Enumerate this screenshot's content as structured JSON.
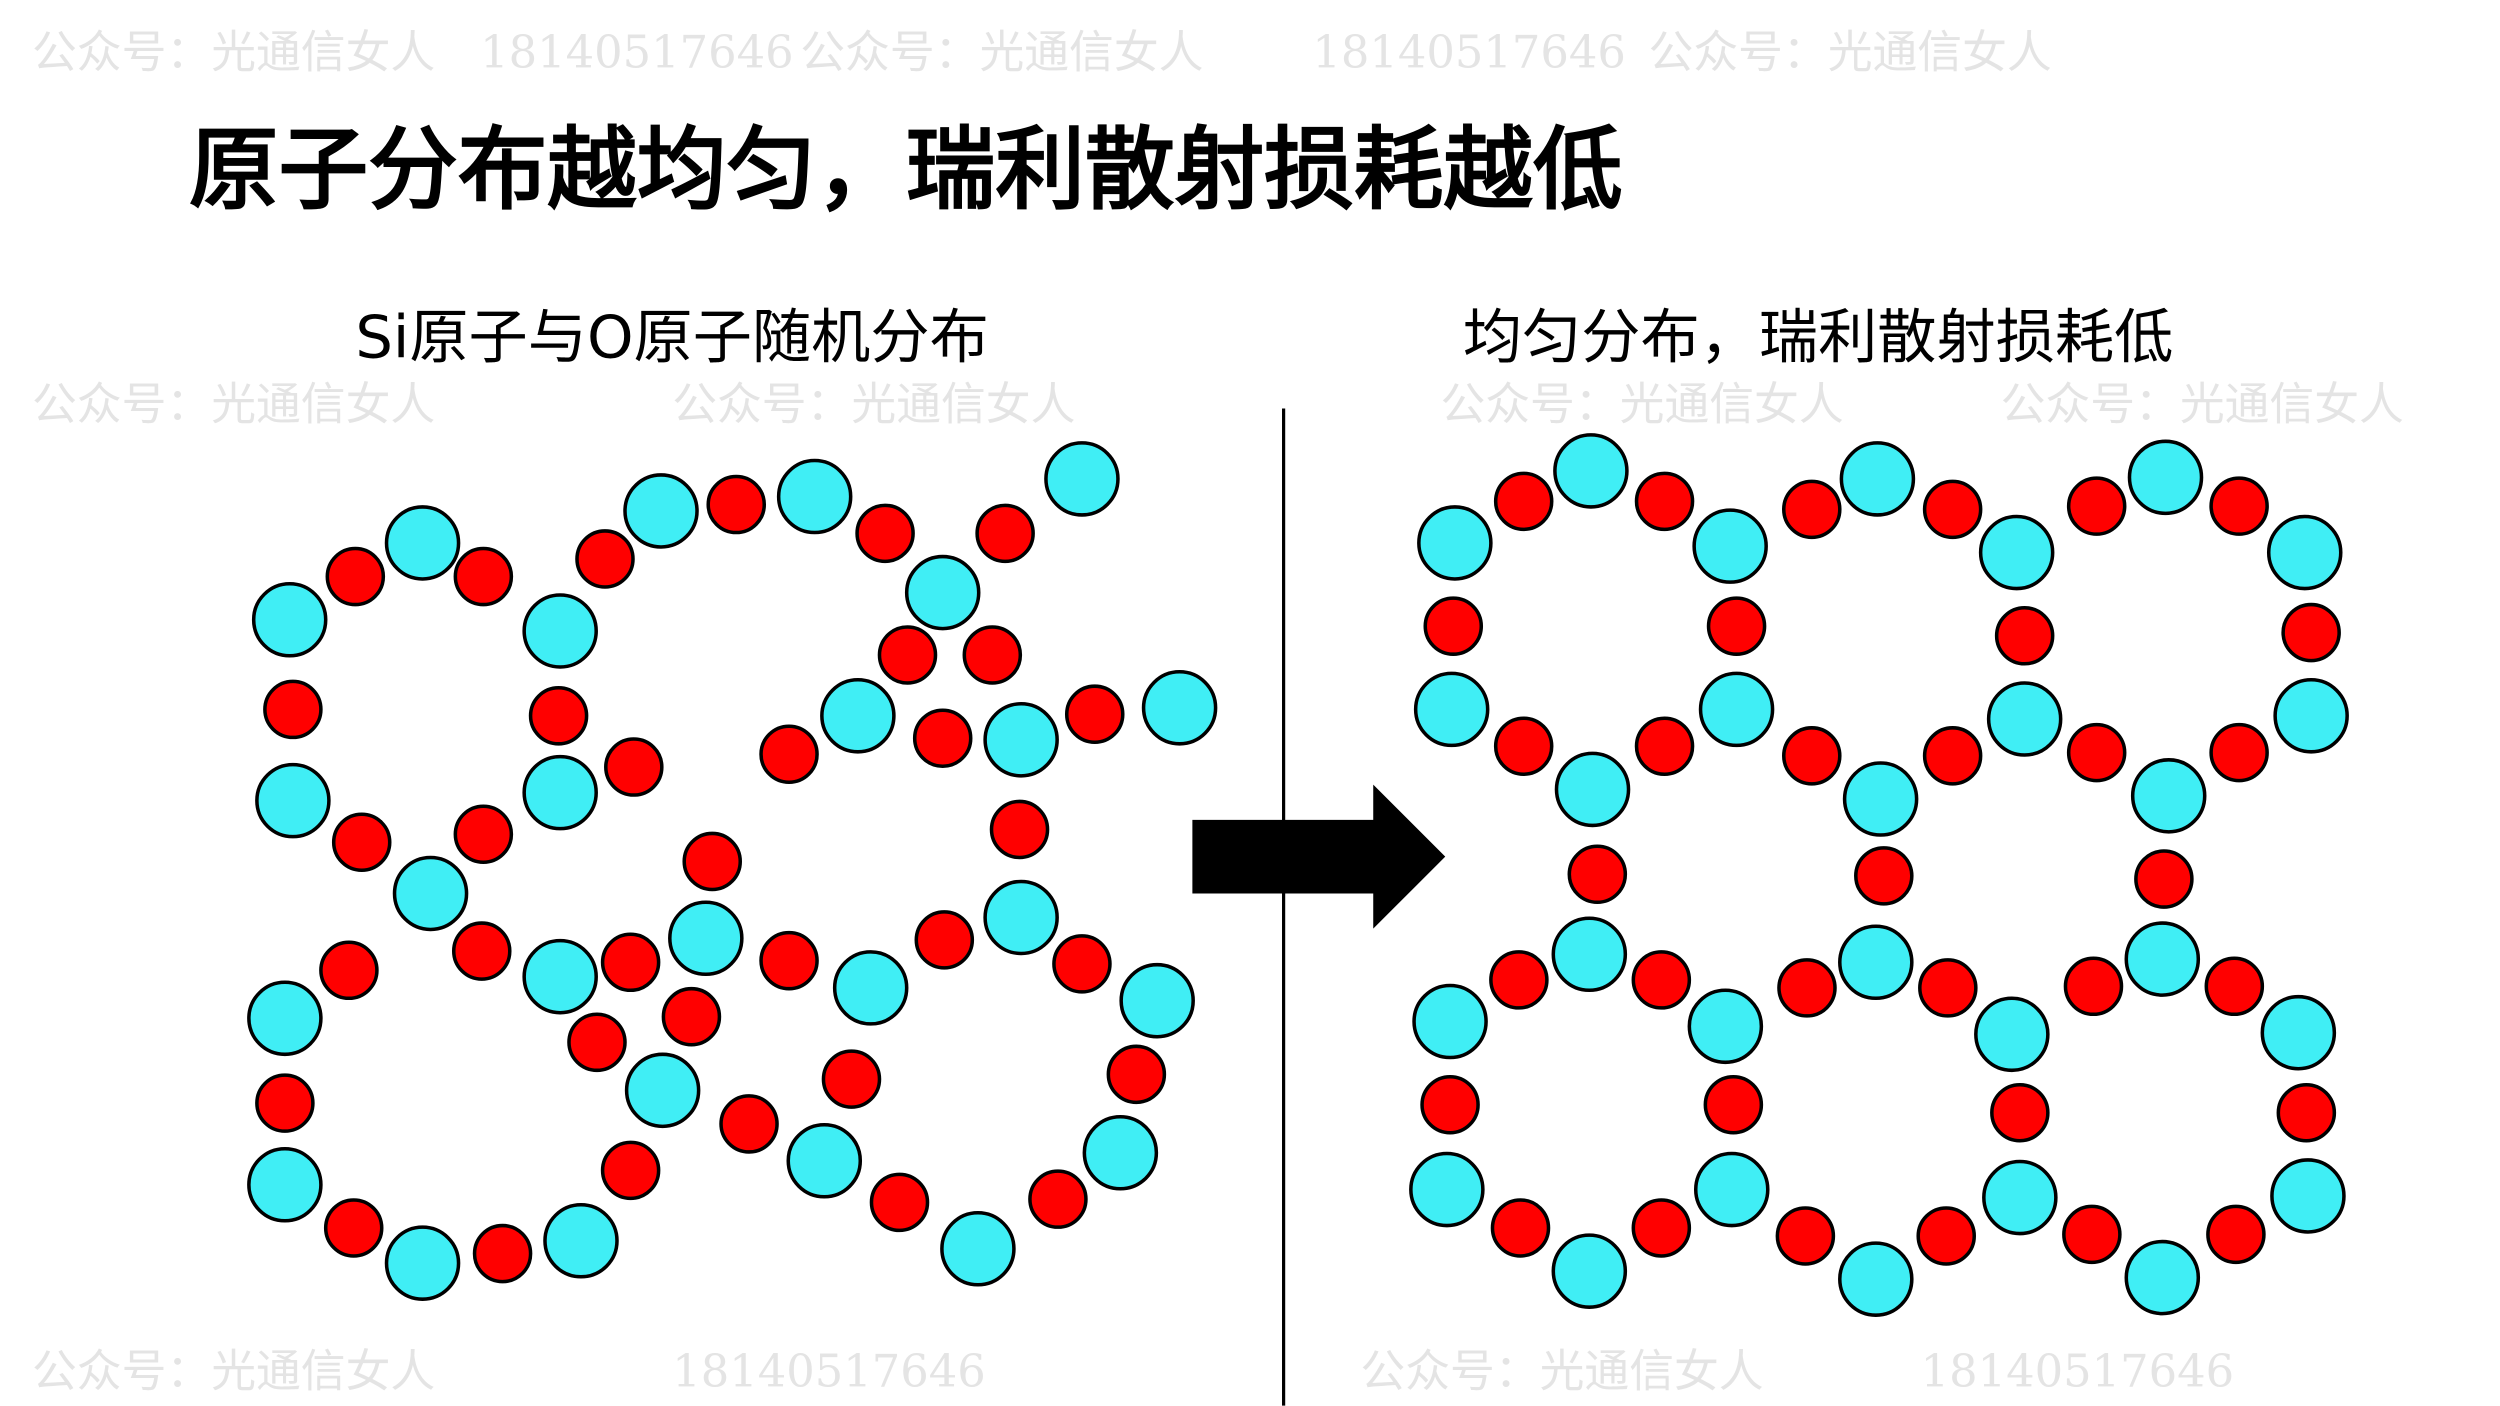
{
  "title": "原子分布越均匀，瑞利散射损耗越低",
  "left_panel": {
    "caption": "Si原子与O原子随机分布"
  },
  "right_panel": {
    "caption": "均匀分布，瑞利散射损耗低"
  },
  "watermark": {
    "account": "公众号：光通信女人",
    "phone": "18140517646"
  },
  "colors": {
    "si_atom": "#40EEF5",
    "o_atom": "#FF0000",
    "outline": "#000000",
    "arrow": "#000000"
  }
}
